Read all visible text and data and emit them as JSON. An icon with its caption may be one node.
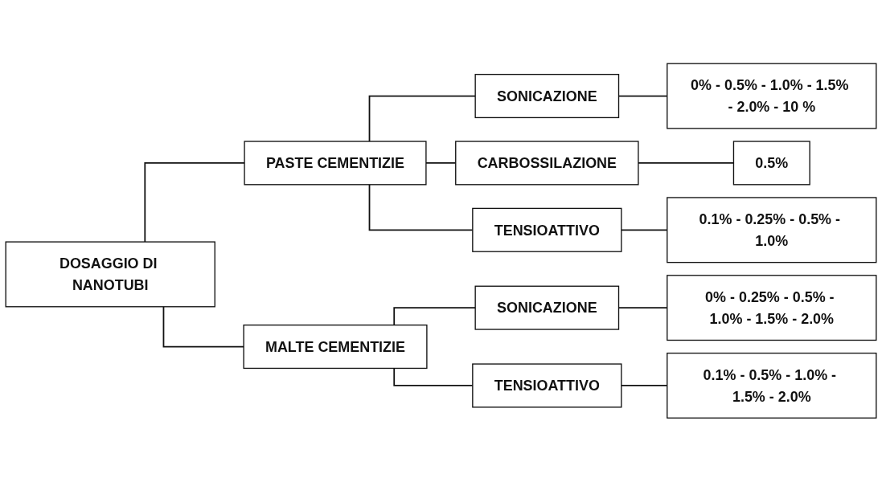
{
  "diagram": {
    "nodes": [
      {
        "text": [
          "DOSAGGIO DI NANOTUBI"
        ]
      },
      {
        "text": [
          "PASTE CEMENTIZIE"
        ]
      },
      {
        "text": [
          "SONICAZIONE"
        ]
      },
      {
        "text": [
          "0% - 0.5% - 1.0% - 1.5% - 2.0% - 10 %"
        ]
      },
      {
        "text": [
          "CARBOSSILAZIONE"
        ]
      },
      {
        "text": [
          "0.5%"
        ]
      },
      {
        "text": [
          "TENSIOATTIVO"
        ]
      },
      {
        "text": [
          "0.1% - 0.25% - 0.5% - 1.0%"
        ]
      },
      {
        "text": [
          "MALTE CEMENTIZIE"
        ]
      },
      {
        "text": [
          "SONICAZIONE"
        ]
      },
      {
        "text": [
          "0% - 0.25% - 0.5% - 1.0% - 1.5% - 2.0%"
        ]
      },
      {
        "text": [
          "TENSIOATTIVO"
        ]
      },
      {
        "text": [
          "0.1% - 0.5% - 1.0% - 1.5% - 2.0%"
        ]
      }
    ],
    "edges": [
      {
        "from": 0,
        "to": 1,
        "arrow": "none"
      },
      {
        "from": 0,
        "to": 8,
        "arrow": "none"
      },
      {
        "from": 1,
        "to": 2,
        "arrow": "none"
      },
      {
        "from": 1,
        "to": 4,
        "arrow": "none"
      },
      {
        "from": 1,
        "to": 6,
        "arrow": "none"
      },
      {
        "from": 2,
        "to": 3,
        "arrow": "none"
      },
      {
        "from": 4,
        "to": 5,
        "arrow": "none"
      },
      {
        "from": 6,
        "to": 7,
        "arrow": "none"
      },
      {
        "from": 8,
        "to": 9,
        "arrow": "none"
      },
      {
        "from": 8,
        "to": 11,
        "arrow": "none"
      },
      {
        "from": 9,
        "to": 10,
        "arrow": "none"
      },
      {
        "from": 11,
        "to": 12,
        "arrow": "none"
      }
    ]
  }
}
